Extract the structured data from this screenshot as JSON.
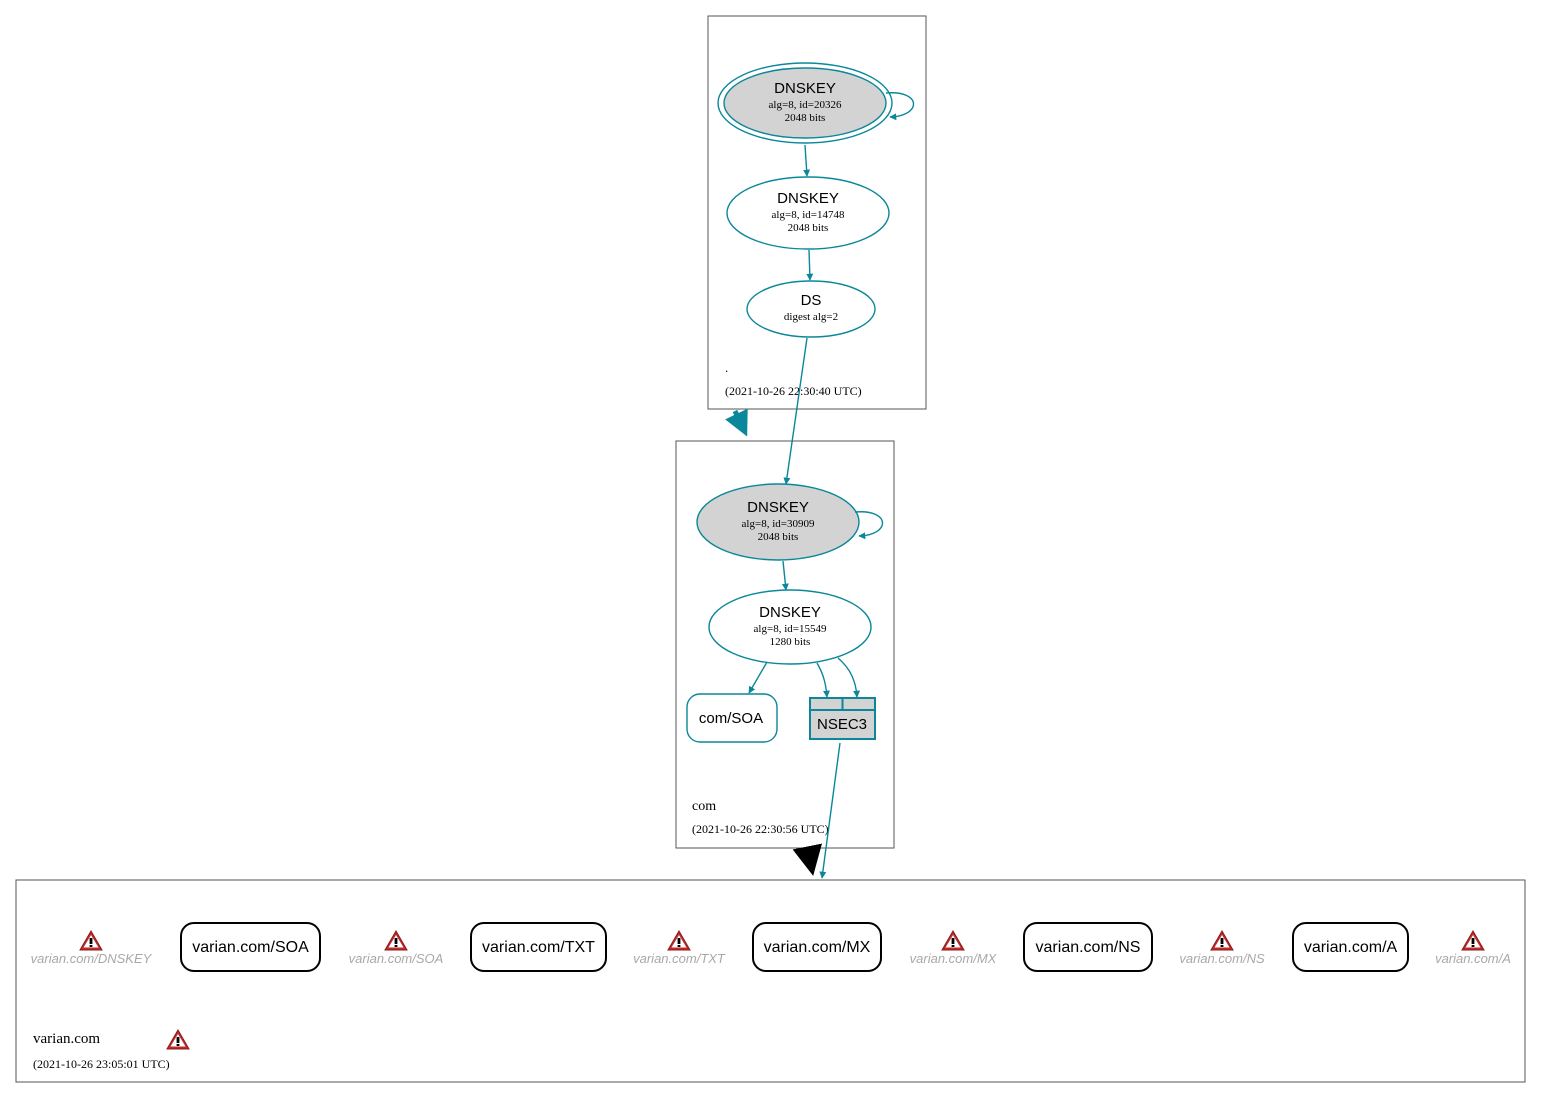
{
  "colors": {
    "teal": "#0a879a",
    "key_fill": "#d3d3d3",
    "zone_border": "#555555",
    "warning_red": "#c02a2a",
    "grey_text": "#a8a8a8"
  },
  "root_zone": {
    "name": ".",
    "timestamp": "(2021-10-26 22:30:40 UTC)",
    "ksk": {
      "title": "DNSKEY",
      "detail": "alg=8, id=20326",
      "bits": "2048 bits"
    },
    "zsk": {
      "title": "DNSKEY",
      "detail": "alg=8, id=14748",
      "bits": "2048 bits"
    },
    "ds": {
      "title": "DS",
      "detail": "digest alg=2"
    }
  },
  "com_zone": {
    "name": "com",
    "timestamp": "(2021-10-26 22:30:56 UTC)",
    "ksk": {
      "title": "DNSKEY",
      "detail": "alg=8, id=30909",
      "bits": "2048 bits"
    },
    "zsk": {
      "title": "DNSKEY",
      "detail": "alg=8, id=15549",
      "bits": "1280 bits"
    },
    "soa": "com/SOA",
    "nsec3": "NSEC3"
  },
  "varian_zone": {
    "name": "varian.com",
    "timestamp": "(2021-10-26 23:05:01 UTC)",
    "rrsets": [
      "varian.com/SOA",
      "varian.com/TXT",
      "varian.com/MX",
      "varian.com/NS",
      "varian.com/A"
    ],
    "missing": [
      "varian.com/DNSKEY",
      "varian.com/SOA",
      "varian.com/TXT",
      "varian.com/MX",
      "varian.com/NS",
      "varian.com/A"
    ]
  }
}
